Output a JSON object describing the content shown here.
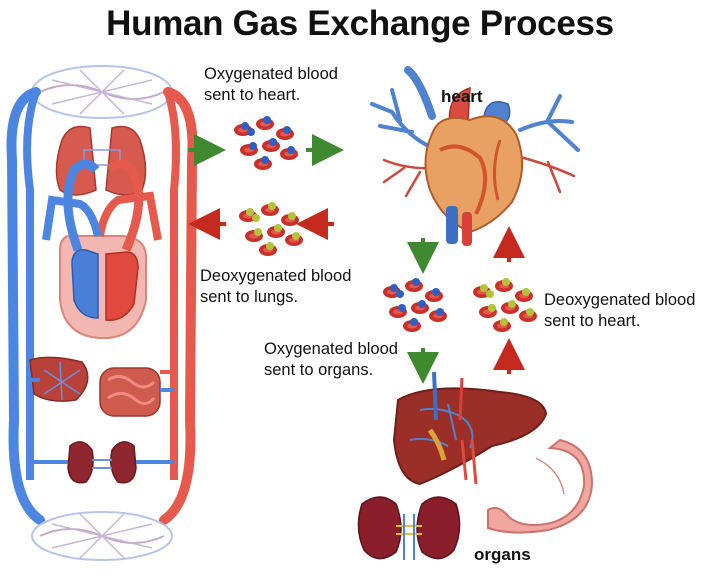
{
  "title": "Human Gas Exchange Process",
  "labels": {
    "oxy_to_heart": [
      "Oxygenated blood",
      "sent to heart."
    ],
    "deoxy_to_lungs": [
      "Deoxygenated blood",
      "sent to lungs."
    ],
    "oxy_to_organs": [
      "Oxygenated blood",
      "sent to organs."
    ],
    "deoxy_to_heart": [
      "Deoxygenated blood",
      "sent to heart."
    ],
    "heart": "heart",
    "organs": "organs"
  },
  "colors": {
    "oxygenated": "#e8463c",
    "deoxygenated": "#3b6fd8",
    "arrow_green": "#3f8a2e",
    "arrow_red": "#c52a1f",
    "oxygen_particle": "#2f5fc0",
    "co2_particle": "#b4c43a"
  },
  "icons": [
    "circulatory-system-icon",
    "heart-icon",
    "liver-icon",
    "stomach-icon",
    "kidneys-icon",
    "blood-cells-icon",
    "arrow-icon"
  ]
}
